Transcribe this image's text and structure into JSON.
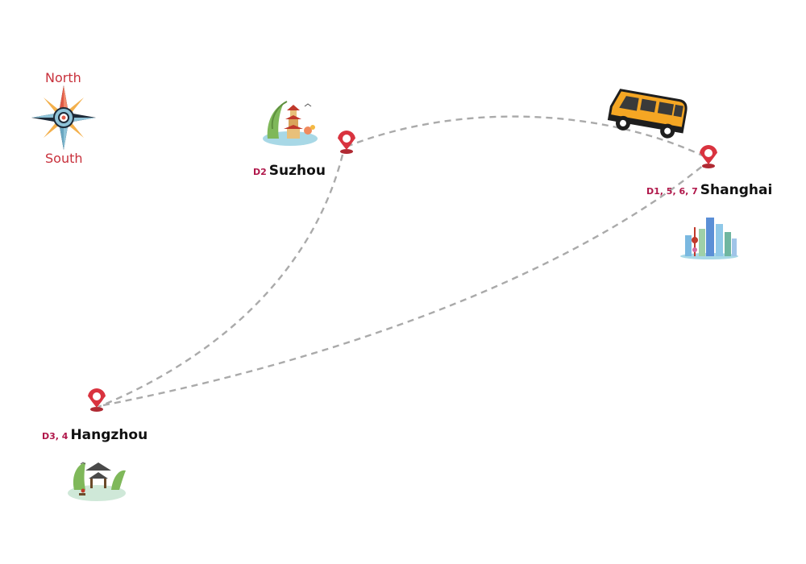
{
  "compass": {
    "north": "North",
    "south": "South",
    "icon": "compass-rose-icon",
    "color": "#c8313c"
  },
  "cities": {
    "suzhou": {
      "name": "Suzhou",
      "days": "D2",
      "landmark": "pagoda-landmark-icon"
    },
    "shanghai": {
      "name": "Shanghai",
      "days": "D1, 5, 6, 7",
      "landmark": "skyline-landmark-icon"
    },
    "hangzhou": {
      "name": "Hangzhou",
      "days": "D3, 4",
      "landmark": "pavilion-lake-landmark-icon"
    }
  },
  "routes": [
    {
      "from": "Shanghai",
      "to": "Suzhou"
    },
    {
      "from": "Suzhou",
      "to": "Hangzhou"
    },
    {
      "from": "Hangzhou",
      "to": "Shanghai"
    }
  ],
  "vehicle": {
    "icon": "van-icon",
    "color": "#f5a623"
  },
  "colors": {
    "pin": "#d9333f",
    "day_label": "#b0174a",
    "route": "#aaaaaa"
  }
}
